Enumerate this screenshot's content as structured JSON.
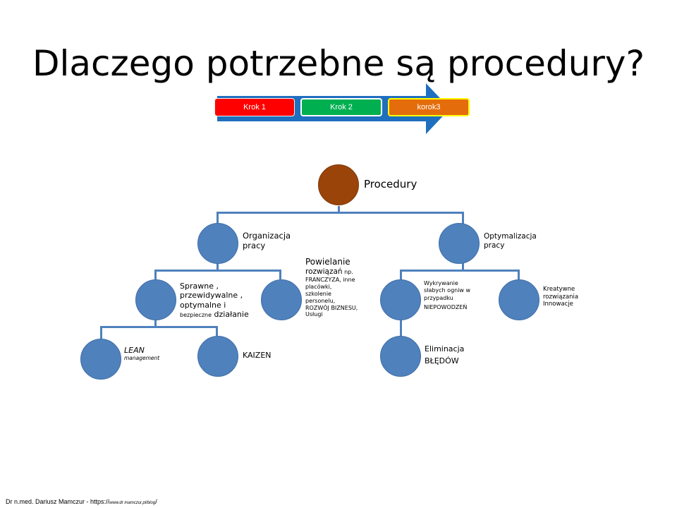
{
  "slide": {
    "title": "Dlaczego potrzebne są procedury?"
  },
  "process": {
    "steps": [
      {
        "label": "Krok 1",
        "color": "#ff0000"
      },
      {
        "label": "Krok 2",
        "color": "#00b050"
      },
      {
        "label": "korok3",
        "color": "#e46c0a"
      }
    ],
    "arrow_color": "#1f6fbf"
  },
  "hierarchy": {
    "root": "Procedury",
    "left": {
      "label_line1": "Organizacja",
      "label_line2": "pracy",
      "child_a": {
        "line1": "Sprawne ,",
        "line2": "przewidywalne ,",
        "line3": "optymalne i",
        "line4_small": "bezpieczne",
        "line4_big": "działanie",
        "sub1_line1": "LEAN",
        "sub1_line2": "management",
        "sub2": "KAIZEN"
      },
      "child_b": {
        "line1": "Powielanie",
        "line2_big": "rozwiązań",
        "line2_small": "np.",
        "line3": "FRANCZYZA, inne",
        "line4": "placówki,",
        "line5": "szkolenie",
        "line6": "personelu,",
        "line7": "ROZWÓJ BIZNESU,",
        "line8": "Usługi"
      }
    },
    "right": {
      "label_line1": "Optymalizacja",
      "label_line2": "pracy",
      "child_a": {
        "line1": "Wykrywanie",
        "line2": "słabych ogniw w",
        "line3": "przypadku",
        "line4": "NIEPOWODZEŃ",
        "sub1_line1": "Eliminacja",
        "sub1_line2": "BŁĘDÓW"
      },
      "child_b": {
        "line1": "Kreatywne",
        "line2": "rozwiązania",
        "line3": "Innowacje"
      }
    }
  },
  "footer": {
    "author": "Dr n.med. Dariusz Mamczur - https://",
    "url": "www.dr mamczur.pl/blog",
    "tail": "/"
  },
  "colors": {
    "node_blue": "#4f81bd",
    "root_brown": "#9b4409"
  }
}
